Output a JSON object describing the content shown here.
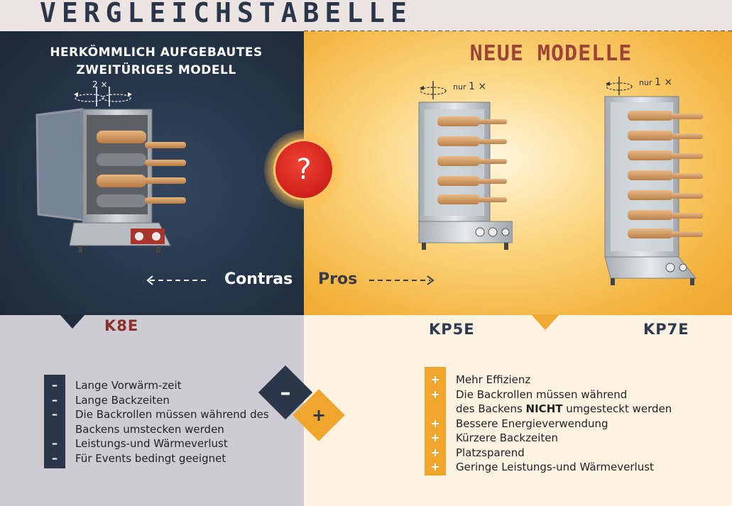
{
  "header": {
    "title": "VERGLEICHSTABELLE"
  },
  "old_model": {
    "title_line1": "HERKÖMMLICH AUFGEBAUTES",
    "title_line2": "ZWEITÜRIGES MODELL",
    "rotation_label": "2 ×",
    "badge": "?",
    "contras_label": "Contras",
    "model_name": "K8E",
    "contras": [
      "Lange Vorwärm-zeit",
      "Lange Backzeiten",
      "Die Backrollen müssen während des",
      "Backens umstecken werden",
      "Leistungs-und Wärmeverlust",
      "Für Events bedingt geeignet"
    ]
  },
  "new_models": {
    "title": "NEUE MODELLE",
    "rotation_prefix": "nur",
    "rotation_count": "1 ×",
    "pros_label": "Pros",
    "model_kp5e": "KP5E",
    "model_kp7e": "KP7E",
    "pros": [
      "Mehr Effizienz",
      "Die Backrollen müssen während",
      "Bessere Energieverwendung",
      "Kürzere Backzeiten",
      "Platzsparend",
      "Geringe Leistungs-und Wärmeverlust"
    ],
    "pros_line3_pre": "des Backens",
    "pros_line3_bold": "NICHT",
    "pros_line3_post": "umgesteckt werden"
  },
  "symbols": {
    "minus": "–",
    "plus": "+"
  },
  "colors": {
    "navy": "#2a3649",
    "orange": "#f0a52d",
    "red_title": "#9d4338",
    "k8e_red": "#8f2e2a",
    "badge_red": "#d72720"
  }
}
